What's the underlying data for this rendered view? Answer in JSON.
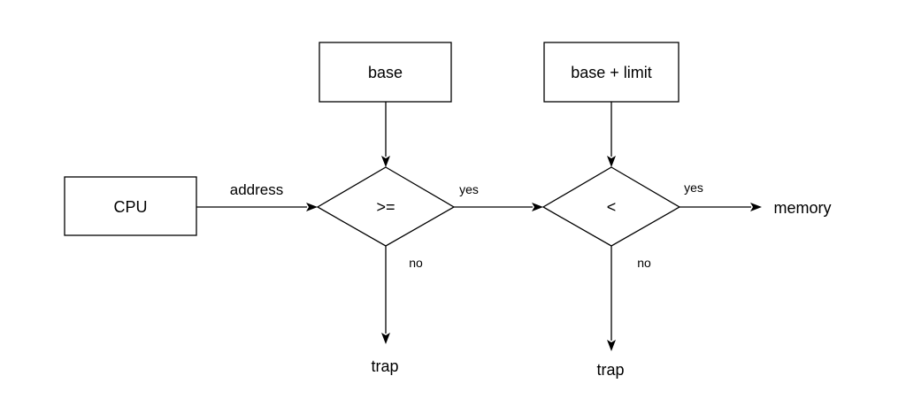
{
  "nodes": {
    "cpu": "CPU",
    "base": "base",
    "base_limit": "base + limit",
    "compare_ge": ">=",
    "compare_lt": "<"
  },
  "edges": {
    "address": "address",
    "yes_1": "yes",
    "no_1": "no",
    "yes_2": "yes",
    "no_2": "no"
  },
  "terminals": {
    "memory": "memory",
    "trap_1": "trap",
    "trap_2": "trap"
  },
  "colors": {
    "stroke": "#000000",
    "background": "#ffffff"
  }
}
